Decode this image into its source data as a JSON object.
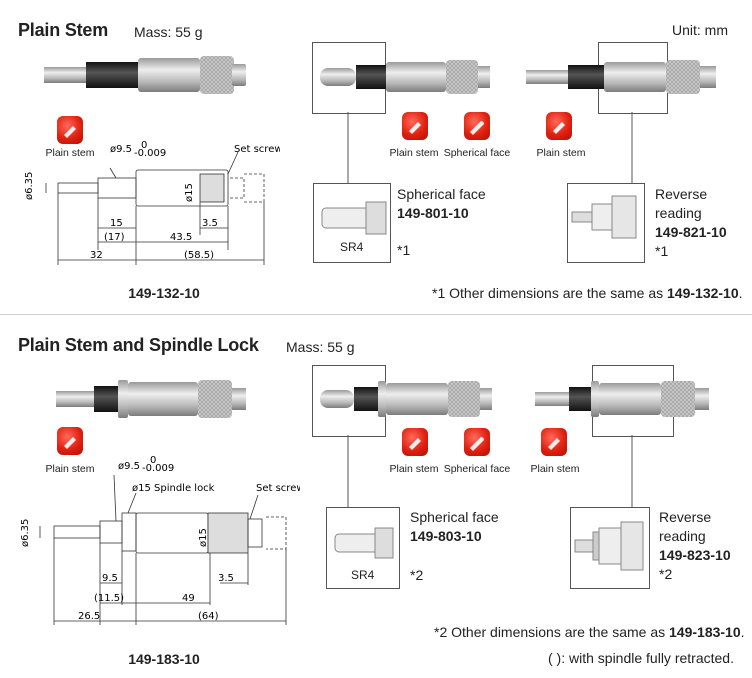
{
  "top": {
    "title": "Plain Stem",
    "mass": "Mass: 55 g",
    "unit": "Unit: mm",
    "icons": {
      "main": "Plain stem",
      "v1a": "Plain stem",
      "v1b": "Spherical face",
      "v2": "Plain stem"
    },
    "model": "149-132-10",
    "dims": {
      "phi95": "ø9.5",
      "tol_up": "0",
      "tol_dn": "-0.009",
      "set_screw": "Set screw",
      "phi635": "ø6.35",
      "phi15": "ø15",
      "d15": "15",
      "d17": "(17)",
      "d32": "32",
      "d435": "43.5",
      "d585": "(58.5)",
      "d35": "3.5"
    },
    "variant1": {
      "name": "Spherical face",
      "model": "149-801-10",
      "sr": "SR4",
      "mark": "*1"
    },
    "variant2": {
      "name1": "Reverse",
      "name2": "reading",
      "model": "149-821-10",
      "mark": "*1"
    },
    "note_prefix": "*1 Other dimensions are the same as ",
    "note_model": "149-132-10",
    "note_suffix": "."
  },
  "bottom": {
    "title": "Plain Stem and Spindle Lock",
    "mass": "Mass: 55 g",
    "icons": {
      "main": "Plain stem",
      "v1a": "Plain stem",
      "v1b": "Spherical face",
      "v2": "Plain stem"
    },
    "model": "149-183-10",
    "dims": {
      "phi95": "ø9.5",
      "tol_up": "0",
      "tol_dn": "-0.009",
      "lock": "ø15 Spindle lock",
      "set_screw": "Set screw",
      "phi635": "ø6.35",
      "phi15": "ø15",
      "d95": "9.5",
      "d115": "(11.5)",
      "d265": "26.5",
      "d49": "49",
      "d64": "(64)",
      "d35": "3.5"
    },
    "variant1": {
      "name": "Spherical face",
      "model": "149-803-10",
      "sr": "SR4",
      "mark": "*2"
    },
    "variant2": {
      "name1": "Reverse",
      "name2": "reading",
      "model": "149-823-10",
      "mark": "*2"
    },
    "note_prefix": "*2 Other dimensions are the same as ",
    "note_model": "149-183-10",
    "note_suffix": ".",
    "note2": "( ): with spindle fully retracted."
  },
  "icon_names": [
    "plain-stem-icon",
    "spherical-face-icon"
  ],
  "colors": {
    "icon_red": "#e02010",
    "text": "#222222",
    "line": "#555555"
  }
}
